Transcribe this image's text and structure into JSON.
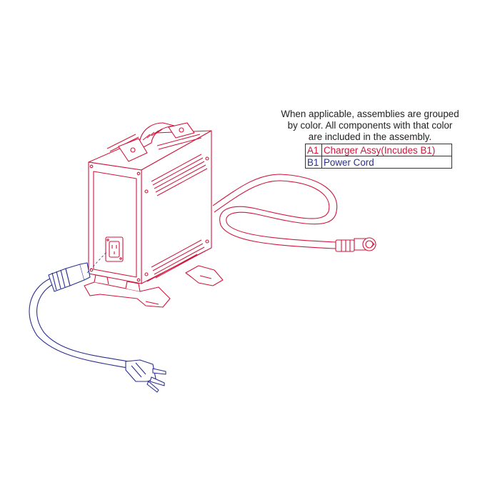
{
  "note": {
    "line1": "When applicable, assemblies are grouped",
    "line2": "by color. All components with that color",
    "line3": "are included in the assembly."
  },
  "legend": [
    {
      "code": "A1",
      "description": "Charger Assy(Incudes B1)",
      "color": "#d0163c"
    },
    {
      "code": "B1",
      "description": "Power Cord",
      "color": "#2a2f8f"
    }
  ],
  "colors": {
    "assembly_a1": "#d0163c",
    "assembly_b1": "#2a2f8f"
  }
}
